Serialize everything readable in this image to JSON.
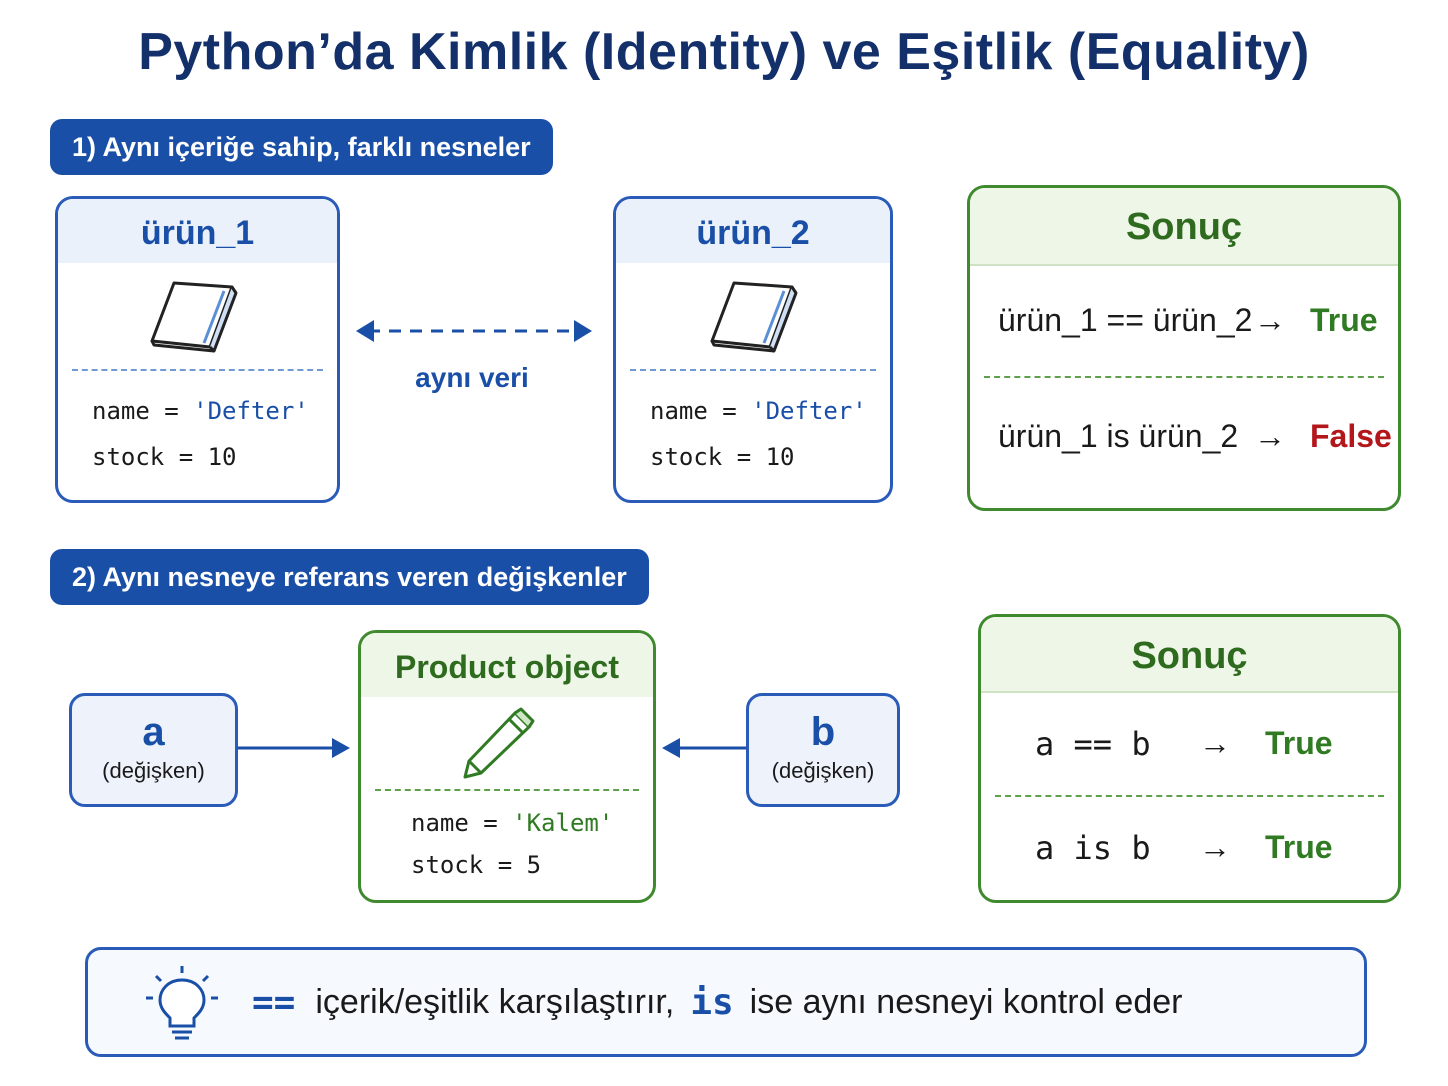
{
  "title": "Python’da Kimlik (Identity) ve Eşitlik (Equality)",
  "section1": {
    "label": "1) Aynı içeriğe sahip, farklı nesneler",
    "card1": {
      "name": "ürün_1",
      "code_name": "name = ",
      "code_name_val": "'Defter'",
      "code_stock": "stock = 10"
    },
    "card2": {
      "name": "ürün_2",
      "code_name": "name = ",
      "code_name_val": "'Defter'",
      "code_stock": "stock = 10"
    },
    "link_label": "aynı veri",
    "result": {
      "title": "Sonuç",
      "rows": [
        {
          "expr": "ürün_1 == ürün_2",
          "arrow": "→",
          "value": "True"
        },
        {
          "expr": "ürün_1 is ürün_2",
          "arrow": "→",
          "value": "False"
        }
      ]
    }
  },
  "section2": {
    "label": "2) Aynı nesneye referans veren değişkenler",
    "var_a": {
      "name": "a",
      "sub": "(değişken)"
    },
    "var_b": {
      "name": "b",
      "sub": "(değişken)"
    },
    "object": {
      "title": "Product object",
      "code_name": "name = ",
      "code_name_val": "'Kalem'",
      "code_stock": "stock = 5"
    },
    "result": {
      "title": "Sonuç",
      "rows": [
        {
          "expr": "a == b",
          "arrow": "→",
          "value": "True"
        },
        {
          "expr": "a is b",
          "arrow": "→",
          "value": "True"
        }
      ]
    }
  },
  "tip": {
    "op_eq": "==",
    "text1": "içerik/eşitlik karşılaştırır,",
    "op_is": "is",
    "text2": "ise aynı nesneyi kontrol eder"
  },
  "colors": {
    "blue": "#1a4fa8",
    "green": "#2f7a22",
    "red": "#b3161b"
  },
  "icons": [
    "book-icon",
    "pencil-icon",
    "lightbulb-icon",
    "arrow-right-icon",
    "double-arrow-icon"
  ]
}
